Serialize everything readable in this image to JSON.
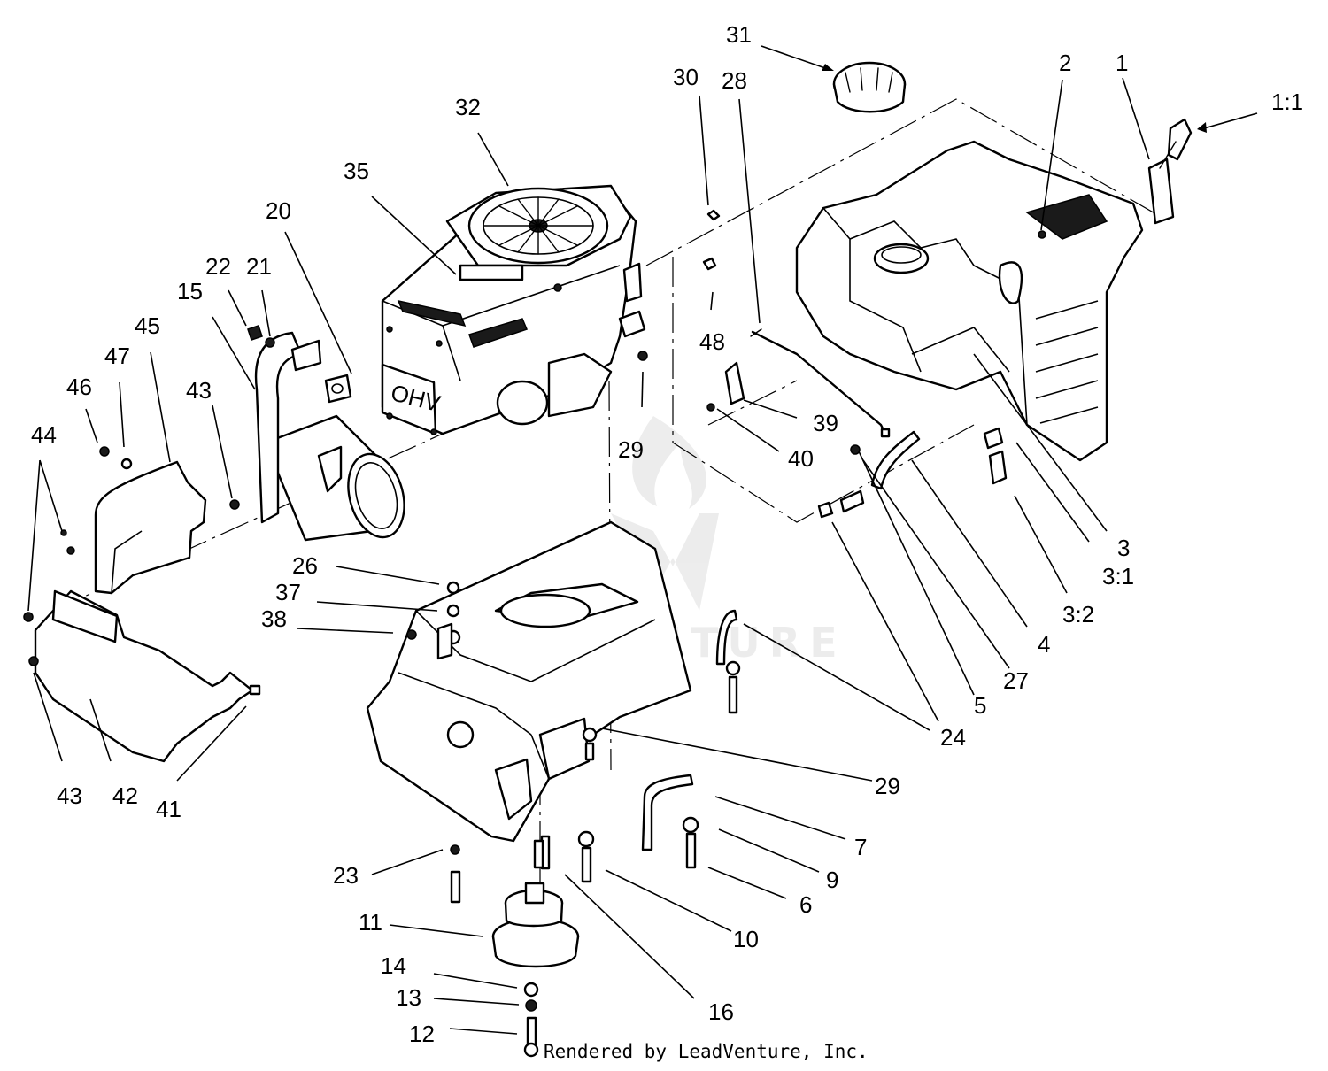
{
  "callouts": [
    {
      "id": "c31",
      "text": "31"
    },
    {
      "id": "c30",
      "text": "30"
    },
    {
      "id": "c28",
      "text": "28"
    },
    {
      "id": "c2",
      "text": "2"
    },
    {
      "id": "c1",
      "text": "1"
    },
    {
      "id": "c1_1",
      "text": "1:1"
    },
    {
      "id": "c32",
      "text": "32"
    },
    {
      "id": "c35",
      "text": "35"
    },
    {
      "id": "c20",
      "text": "20"
    },
    {
      "id": "c22",
      "text": "22"
    },
    {
      "id": "c21",
      "text": "21"
    },
    {
      "id": "c15",
      "text": "15"
    },
    {
      "id": "c45",
      "text": "45"
    },
    {
      "id": "c47",
      "text": "47"
    },
    {
      "id": "c46",
      "text": "46"
    },
    {
      "id": "c43a",
      "text": "43"
    },
    {
      "id": "c44",
      "text": "44"
    },
    {
      "id": "c48",
      "text": "48"
    },
    {
      "id": "c39",
      "text": "39"
    },
    {
      "id": "c40",
      "text": "40"
    },
    {
      "id": "c29a",
      "text": "29"
    },
    {
      "id": "c3",
      "text": "3"
    },
    {
      "id": "c3_1",
      "text": "3:1"
    },
    {
      "id": "c3_2",
      "text": "3:2"
    },
    {
      "id": "c4",
      "text": "4"
    },
    {
      "id": "c27",
      "text": "27"
    },
    {
      "id": "c5",
      "text": "5"
    },
    {
      "id": "c24",
      "text": "24"
    },
    {
      "id": "c26",
      "text": "26"
    },
    {
      "id": "c37",
      "text": "37"
    },
    {
      "id": "c38",
      "text": "38"
    },
    {
      "id": "c43b",
      "text": "43"
    },
    {
      "id": "c42",
      "text": "42"
    },
    {
      "id": "c41",
      "text": "41"
    },
    {
      "id": "c29b",
      "text": "29"
    },
    {
      "id": "c7",
      "text": "7"
    },
    {
      "id": "c9",
      "text": "9"
    },
    {
      "id": "c6",
      "text": "6"
    },
    {
      "id": "c10",
      "text": "10"
    },
    {
      "id": "c23",
      "text": "23"
    },
    {
      "id": "c11",
      "text": "11"
    },
    {
      "id": "c14",
      "text": "14"
    },
    {
      "id": "c13",
      "text": "13"
    },
    {
      "id": "c12",
      "text": "12"
    },
    {
      "id": "c16",
      "text": "16"
    }
  ],
  "watermark": "LEADVENTURE",
  "footer": "Rendered by LeadVenture, Inc."
}
